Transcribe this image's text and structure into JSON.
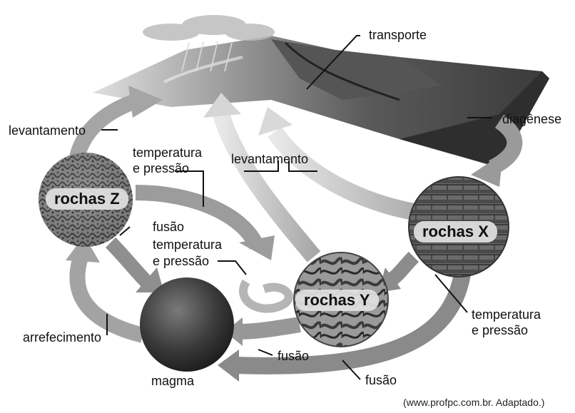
{
  "labels": {
    "transporte": "transporte",
    "diagenese": "diagênese",
    "levantamento_left": "levantamento",
    "levantamento_center": "levantamento",
    "temp_pressao_1_l1": "temperatura",
    "temp_pressao_1_l2": "e pressão",
    "fusao_z": "fusão",
    "temp_pressao_2_l1": "temperatura",
    "temp_pressao_2_l2": "e pressão",
    "temp_pressao_3_l1": "temperatura",
    "temp_pressao_3_l2": "e pressão",
    "arrefecimento": "arrefecimento",
    "fusao_y": "fusão",
    "fusao_x": "fusão",
    "magma": "magma"
  },
  "rocks": {
    "z": "rochas Z",
    "x": "rochas X",
    "y": "rochas Y"
  },
  "credit": "(www.profpc.com.br. Adaptado.)",
  "colors": {
    "arrow": "#b8b8b8",
    "land_dark": "#4a4a4a",
    "magma": "#3a3a3a"
  }
}
